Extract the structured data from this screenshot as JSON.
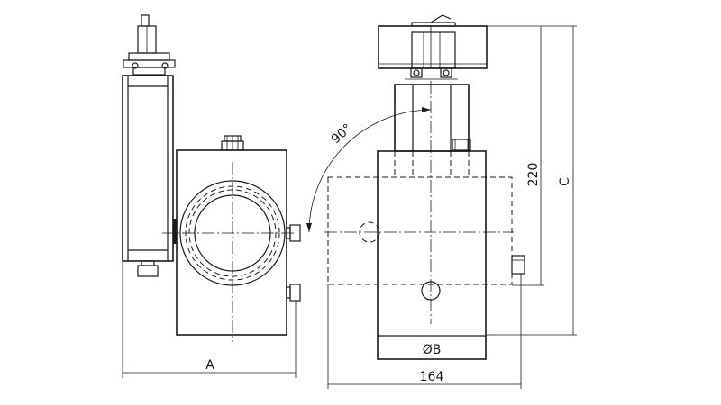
{
  "dimensions": {
    "width_label": "A",
    "depth_label": "164",
    "bore_label": "ØB",
    "height_label": "220",
    "total_height_label": "C",
    "angle_label": "90°"
  }
}
